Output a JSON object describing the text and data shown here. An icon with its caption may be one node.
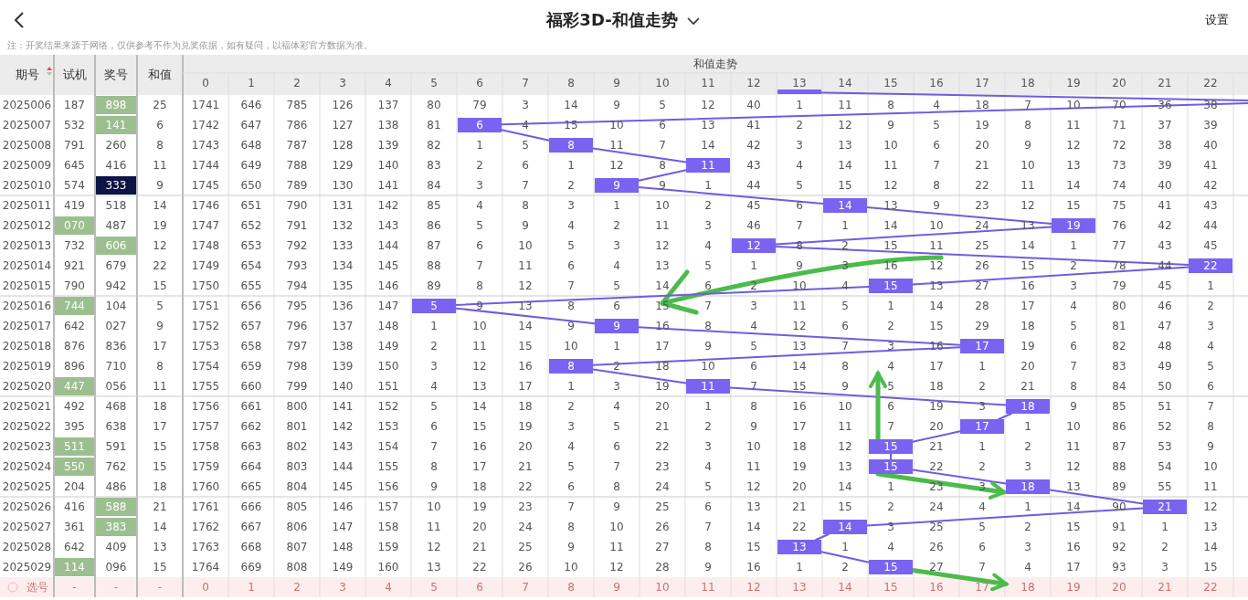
{
  "diagram": {
    "title": "福彩3D-和值走势",
    "nodes": [
      {
        "text": [
          "6"
        ]
      },
      {
        "text": [
          "8"
        ]
      },
      {
        "text": [
          "11"
        ]
      },
      {
        "text": [
          "9"
        ]
      },
      {
        "text": [
          "14"
        ]
      },
      {
        "text": [
          "19"
        ]
      },
      {
        "text": [
          "12"
        ]
      },
      {
        "text": [
          "22"
        ]
      },
      {
        "text": [
          "15"
        ]
      },
      {
        "text": [
          "5"
        ]
      },
      {
        "text": [
          "9"
        ]
      },
      {
        "text": [
          "17"
        ]
      },
      {
        "text": [
          "8"
        ]
      },
      {
        "text": [
          "11"
        ]
      },
      {
        "text": [
          "18"
        ]
      },
      {
        "text": [
          "17"
        ]
      },
      {
        "text": [
          "15"
        ]
      },
      {
        "text": [
          "15"
        ]
      },
      {
        "text": [
          "18"
        ]
      },
      {
        "text": [
          "21"
        ]
      },
      {
        "text": [
          "14"
        ]
      },
      {
        "text": [
          "13"
        ]
      },
      {
        "text": [
          "15"
        ]
      },
      {
        "text": [
          "4"
        ]
      },
      {
        "text": [
          "18"
        ]
      }
    ],
    "edges": [
      {
        "from": null,
        "to": 0,
        "arrow": "none"
      },
      {
        "from": 0,
        "to": 1,
        "arrow": "none"
      },
      {
        "from": 1,
        "to": 2,
        "arrow": "none"
      },
      {
        "from": 2,
        "to": 3,
        "arrow": "none"
      },
      {
        "from": 3,
        "to": 4,
        "arrow": "none"
      },
      {
        "from": 4,
        "to": 5,
        "arrow": "none"
      },
      {
        "from": 5,
        "to": 6,
        "arrow": "none"
      },
      {
        "from": 6,
        "to": 7,
        "arrow": "none"
      },
      {
        "from": 7,
        "to": 8,
        "arrow": "none"
      },
      {
        "from": 8,
        "to": 9,
        "arrow": "none"
      },
      {
        "from": 9,
        "to": 10,
        "arrow": "none"
      },
      {
        "from": 10,
        "to": 11,
        "arrow": "none"
      },
      {
        "from": 11,
        "to": 12,
        "arrow": "none"
      },
      {
        "from": 12,
        "to": 13,
        "arrow": "none"
      },
      {
        "from": 13,
        "to": 14,
        "arrow": "none"
      },
      {
        "from": 14,
        "to": 15,
        "arrow": "none"
      },
      {
        "from": 15,
        "to": 16,
        "arrow": "none"
      },
      {
        "from": 16,
        "to": 17,
        "arrow": "none"
      },
      {
        "from": 17,
        "to": 18,
        "arrow": "none"
      },
      {
        "from": 18,
        "to": 19,
        "arrow": "none"
      },
      {
        "from": 19,
        "to": 20,
        "arrow": "none"
      },
      {
        "from": 20,
        "to": 21,
        "arrow": "none"
      },
      {
        "from": 21,
        "to": 22,
        "arrow": "none"
      },
      {
        "from": 16,
        "to": 23,
        "arrow": "to",
        "style": "thick",
        "color": "#4cbb4c"
      },
      {
        "from": 17,
        "to": 18,
        "arrow": "to",
        "style": "thick",
        "color": "#4cbb4c"
      },
      {
        "from": 22,
        "to": 24,
        "arrow": "to",
        "style": "thick",
        "color": "#4cbb4c"
      }
    ],
    "labels": [
      "设置",
      "注：开奖结果来源于网络，仅供参考不作为兑奖依据，如有疑问，以福体彩官方数据为准。",
      "期号",
      "试机",
      "奖号",
      "和值",
      "和值走势",
      "0",
      "1",
      "2",
      "3",
      "4",
      "5",
      "6",
      "7",
      "8",
      "9",
      "10",
      "11",
      "12",
      "13",
      "14",
      "15",
      "16",
      "17",
      "18",
      "19",
      "20",
      "21",
      "22",
      "2025006",
      "187",
      "898",
      "25",
      "1741",
      "646",
      "785",
      "126",
      "137",
      "80",
      "79",
      "3",
      "14",
      "9",
      "5",
      "12",
      "40",
      "1",
      "11",
      "8",
      "4",
      "18",
      "7",
      "10",
      "70",
      "36",
      "38",
      "2025007",
      "532",
      "141",
      "6",
      "1742",
      "647",
      "786",
      "127",
      "138",
      "81",
      "4",
      "15",
      "10",
      "6",
      "13",
      "41",
      "2",
      "12",
      "9",
      "5",
      "19",
      "8",
      "11",
      "71",
      "37",
      "39",
      "2025008",
      "791",
      "260",
      "8",
      "1743",
      "648",
      "787",
      "128",
      "139",
      "82",
      "1",
      "5",
      "11",
      "7",
      "14",
      "42",
      "3",
      "13",
      "10",
      "6",
      "20",
      "9",
      "12",
      "72",
      "38",
      "40",
      "2025009",
      "645",
      "416",
      "11",
      "1744",
      "649",
      "788",
      "129",
      "140",
      "83",
      "2",
      "6",
      "1",
      "12",
      "8",
      "43",
      "4",
      "14",
      "11",
      "7",
      "21",
      "10",
      "13",
      "73",
      "39",
      "41",
      "2025010",
      "574",
      "333",
      "9",
      "1745",
      "650",
      "789",
      "130",
      "141",
      "84",
      "3",
      "7",
      "2",
      "9",
      "1",
      "44",
      "5",
      "15",
      "12",
      "8",
      "22",
      "11",
      "14",
      "74",
      "40",
      "42",
      "2025011",
      "419",
      "518",
      "14",
      "1746",
      "651",
      "790",
      "131",
      "142",
      "85",
      "4",
      "8",
      "3",
      "1",
      "10",
      "2",
      "45",
      "6",
      "13",
      "9",
      "23",
      "12",
      "15",
      "75",
      "41",
      "43",
      "2025012",
      "070",
      "487",
      "19",
      "1747",
      "652",
      "791",
      "132",
      "143",
      "86",
      "5",
      "9",
      "4",
      "2",
      "11",
      "3",
      "46",
      "7",
      "1",
      "14",
      "10",
      "24",
      "13",
      "76",
      "42",
      "44",
      "2025013",
      "732",
      "606",
      "12",
      "1748",
      "653",
      "792",
      "133",
      "144",
      "87",
      "6",
      "10",
      "5",
      "3",
      "12",
      "4",
      "8",
      "2",
      "15",
      "11",
      "25",
      "14",
      "1",
      "77",
      "43",
      "45",
      "2025014",
      "921",
      "679",
      "22",
      "1749",
      "654",
      "793",
      "134",
      "145",
      "88",
      "7",
      "11",
      "6",
      "4",
      "13",
      "5",
      "1",
      "9",
      "3",
      "16",
      "12",
      "26",
      "15",
      "2",
      "78",
      "44",
      "2025015",
      "790",
      "942",
      "15",
      "1750",
      "655",
      "794",
      "135",
      "146",
      "89",
      "8",
      "12",
      "7",
      "5",
      "14",
      "6",
      "2",
      "10",
      "4",
      "13",
      "27",
      "16",
      "3",
      "79",
      "45",
      "1",
      "2025016",
      "744",
      "104",
      "5",
      "1751",
      "656",
      "795",
      "136",
      "147",
      "9",
      "13",
      "8",
      "6",
      "15",
      "7",
      "3",
      "11",
      "5",
      "1",
      "14",
      "28",
      "17",
      "4",
      "80",
      "46",
      "2",
      "2025017",
      "642",
      "027",
      "9",
      "1752",
      "657",
      "796",
      "137",
      "148",
      "1",
      "10",
      "14",
      "9",
      "16",
      "8",
      "4",
      "12",
      "6",
      "2",
      "15",
      "29",
      "18",
      "5",
      "81",
      "47",
      "3",
      "2025018",
      "876",
      "836",
      "17",
      "1753",
      "658",
      "797",
      "138",
      "149",
      "2",
      "11",
      "15",
      "10",
      "1",
      "17",
      "9",
      "5",
      "13",
      "7",
      "3",
      "16",
      "19",
      "6",
      "82",
      "48",
      "4",
      "2025019",
      "896",
      "710",
      "8",
      "1754",
      "659",
      "798",
      "139",
      "150",
      "3",
      "12",
      "16",
      "2",
      "18",
      "10",
      "6",
      "14",
      "8",
      "17",
      "1",
      "20",
      "7",
      "83",
      "49",
      "5",
      "2025020",
      "447",
      "056",
      "11",
      "1755",
      "660",
      "799",
      "140",
      "151",
      "4",
      "13",
      "17",
      "1",
      "3",
      "19",
      "7",
      "15",
      "9",
      "5",
      "18",
      "2",
      "21",
      "8",
      "84",
      "50",
      "6",
      "2025021",
      "492",
      "468",
      "18",
      "1756",
      "661",
      "800",
      "141",
      "152",
      "5",
      "14",
      "18",
      "2",
      "4",
      "20",
      "1",
      "8",
      "16",
      "10",
      "6",
      "19",
      "3",
      "9",
      "85",
      "51",
      "7",
      "2025022",
      "395",
      "638",
      "17",
      "1757",
      "662",
      "801",
      "142",
      "153",
      "6",
      "15",
      "19",
      "3",
      "5",
      "21",
      "2",
      "9",
      "17",
      "11",
      "7",
      "20",
      "1",
      "10",
      "86",
      "52",
      "8",
      "2025023",
      "511",
      "591",
      "15",
      "1758",
      "663",
      "802",
      "143",
      "154",
      "7",
      "16",
      "20",
      "4",
      "6",
      "22",
      "3",
      "10",
      "18",
      "12",
      "21",
      "1",
      "2",
      "11",
      "87",
      "53",
      "9",
      "2025024",
      "550",
      "762",
      "15",
      "1759",
      "664",
      "803",
      "144",
      "155",
      "8",
      "17",
      "21",
      "5",
      "7",
      "23",
      "4",
      "11",
      "19",
      "13",
      "22",
      "2",
      "3",
      "12",
      "88",
      "54",
      "10",
      "2025025",
      "204",
      "486",
      "18",
      "1760",
      "665",
      "804",
      "145",
      "156",
      "9",
      "18",
      "22",
      "6",
      "8",
      "24",
      "5",
      "12",
      "20",
      "14",
      "1",
      "23",
      "3",
      "13",
      "89",
      "55",
      "11",
      "2025026",
      "416",
      "588",
      "21",
      "1761",
      "666",
      "805",
      "146",
      "157",
      "10",
      "19",
      "23",
      "7",
      "9",
      "25",
      "6",
      "13",
      "21",
      "15",
      "2",
      "24",
      "4",
      "1",
      "14",
      "90",
      "12",
      "2025027",
      "361",
      "383",
      "14",
      "1762",
      "667",
      "806",
      "147",
      "158",
      "11",
      "20",
      "24",
      "8",
      "10",
      "26",
      "7",
      "14",
      "22",
      "3",
      "25",
      "5",
      "2",
      "15",
      "91",
      "1",
      "13",
      "2025028",
      "642",
      "409",
      "13",
      "1763",
      "668",
      "807",
      "148",
      "159",
      "12",
      "21",
      "25",
      "9",
      "11",
      "27",
      "8",
      "15",
      "1",
      "4",
      "26",
      "6",
      "3",
      "16",
      "92",
      "2",
      "14",
      "2025029",
      "114",
      "096",
      "15",
      "1764",
      "669",
      "808",
      "149",
      "160",
      "13",
      "22",
      "26",
      "10",
      "12",
      "28",
      "9",
      "16",
      "1",
      "2",
      "27",
      "7",
      "4",
      "17",
      "93",
      "3",
      "15",
      "选号",
      "-",
      "-",
      "-",
      "0",
      "1",
      "2",
      "3",
      "4",
      "5",
      "6",
      "7",
      "8",
      "9",
      "10",
      "11",
      "12",
      "13",
      "14",
      "15",
      "16",
      "17",
      "19",
      "20",
      "21",
      "22"
    ]
  }
}
